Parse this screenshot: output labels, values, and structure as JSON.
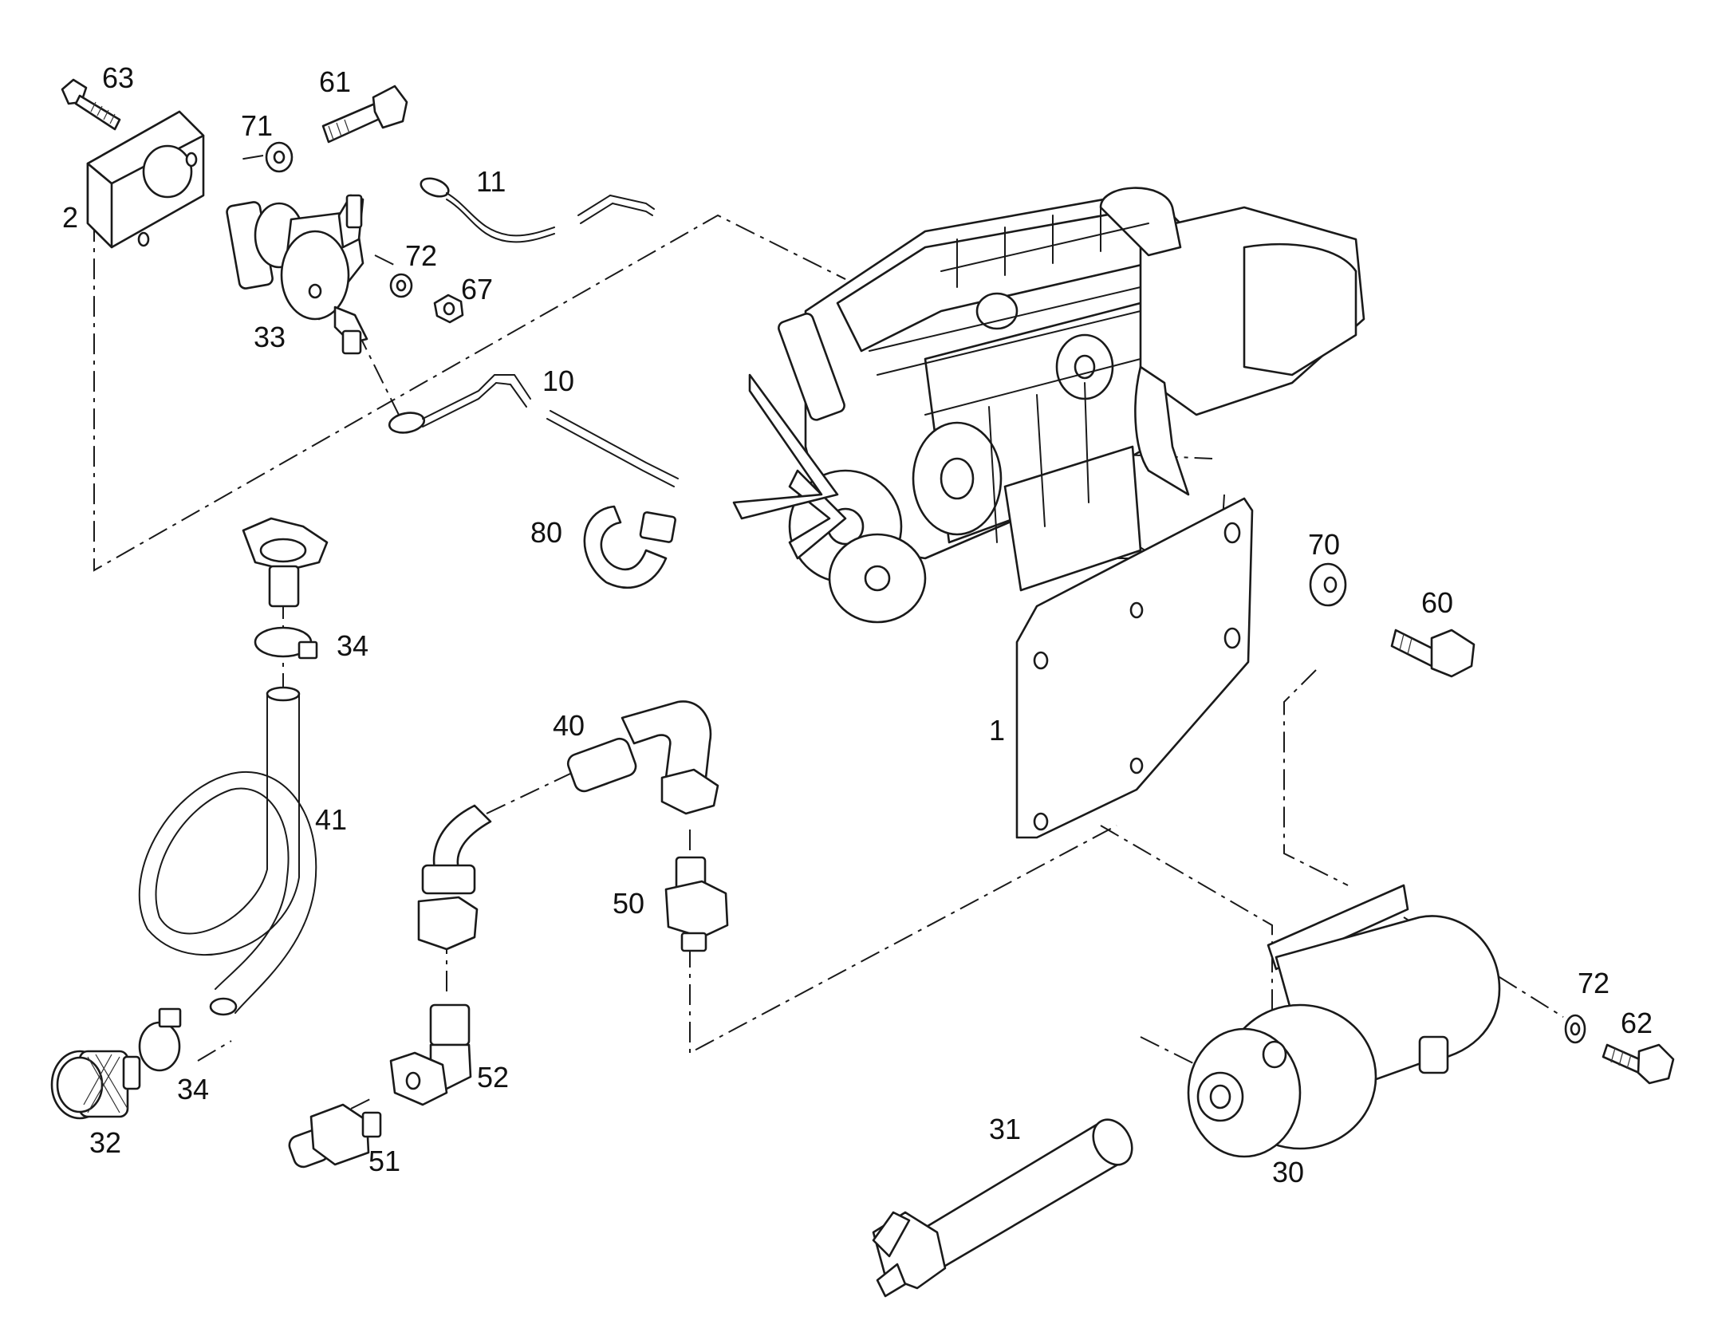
{
  "diagram": {
    "kind": "exploded-parts-view",
    "colors": {
      "line": "#1a1a1a",
      "background": "#ffffff"
    },
    "callouts": [
      {
        "id": "c63",
        "label": "63"
      },
      {
        "id": "c61",
        "label": "61"
      },
      {
        "id": "c71",
        "label": "71"
      },
      {
        "id": "c2",
        "label": "2"
      },
      {
        "id": "c11",
        "label": "11"
      },
      {
        "id": "c72a",
        "label": "72"
      },
      {
        "id": "c67",
        "label": "67"
      },
      {
        "id": "c33",
        "label": "33"
      },
      {
        "id": "c10",
        "label": "10"
      },
      {
        "id": "c80",
        "label": "80"
      },
      {
        "id": "c70",
        "label": "70"
      },
      {
        "id": "c60",
        "label": "60"
      },
      {
        "id": "c34a",
        "label": "34"
      },
      {
        "id": "c1",
        "label": "1"
      },
      {
        "id": "c40",
        "label": "40"
      },
      {
        "id": "c41",
        "label": "41"
      },
      {
        "id": "c50",
        "label": "50"
      },
      {
        "id": "c72b",
        "label": "72"
      },
      {
        "id": "c62",
        "label": "62"
      },
      {
        "id": "c52",
        "label": "52"
      },
      {
        "id": "c34b",
        "label": "34"
      },
      {
        "id": "c32",
        "label": "32"
      },
      {
        "id": "c31",
        "label": "31"
      },
      {
        "id": "c51",
        "label": "51"
      },
      {
        "id": "c30",
        "label": "30"
      }
    ]
  }
}
